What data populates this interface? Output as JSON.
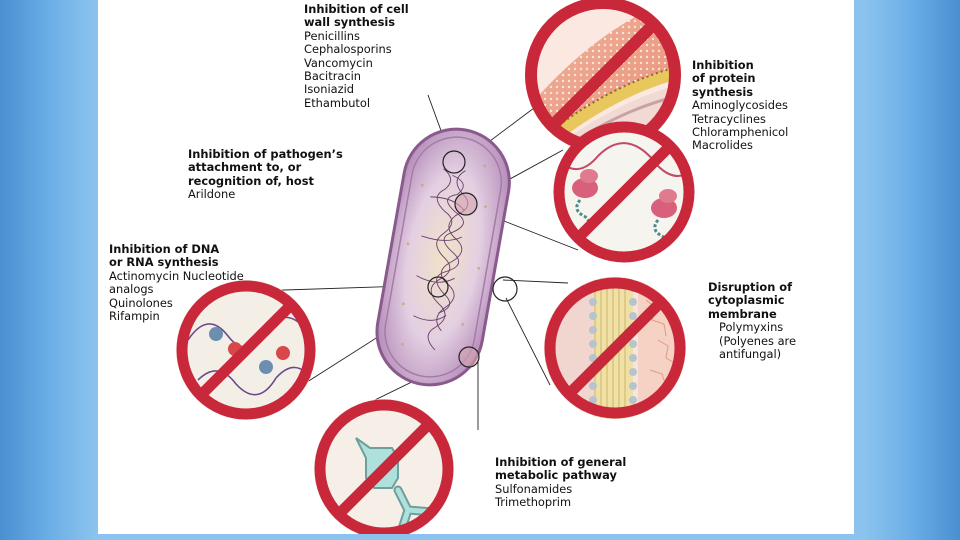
{
  "cell_wall": {
    "heading": [
      "Inhibition of cell",
      "wall synthesis"
    ],
    "drugs": [
      "Penicillins",
      "Cephalosporins",
      "Vancomycin",
      "Bacitracin",
      "Isoniazid",
      "Ethambutol"
    ]
  },
  "protein": {
    "heading": [
      "Inhibition",
      "of protein",
      "synthesis"
    ],
    "drugs": [
      "Aminoglycosides",
      "Tetracyclines",
      "Chloramphenicol",
      "Macrolides"
    ]
  },
  "attachment": {
    "heading": [
      "Inhibition of pathogen’s",
      "attachment to, or",
      "recognition of, host"
    ],
    "drugs": [
      "Arildone"
    ]
  },
  "dna": {
    "heading": [
      "Inhibition of DNA",
      "or RNA synthesis"
    ],
    "drugs": [
      "Actinomycin Nucleotide",
      "analogs",
      "Quinolones",
      "Rifampin"
    ]
  },
  "membrane": {
    "heading": [
      "Disruption of",
      "cytoplasmic",
      "membrane"
    ],
    "drugs": [
      "Polymyxins",
      "(Polyenes are",
      "antifungal)"
    ]
  },
  "metabolic": {
    "heading": [
      "Inhibition of general",
      "metabolic pathway"
    ],
    "drugs": [
      "Sulfonamides",
      "Trimethoprim"
    ]
  },
  "colors": {
    "prohibition": "#c8283a",
    "cell_body": "#d9c3dd",
    "cell_outline": "#8a5a8c"
  }
}
